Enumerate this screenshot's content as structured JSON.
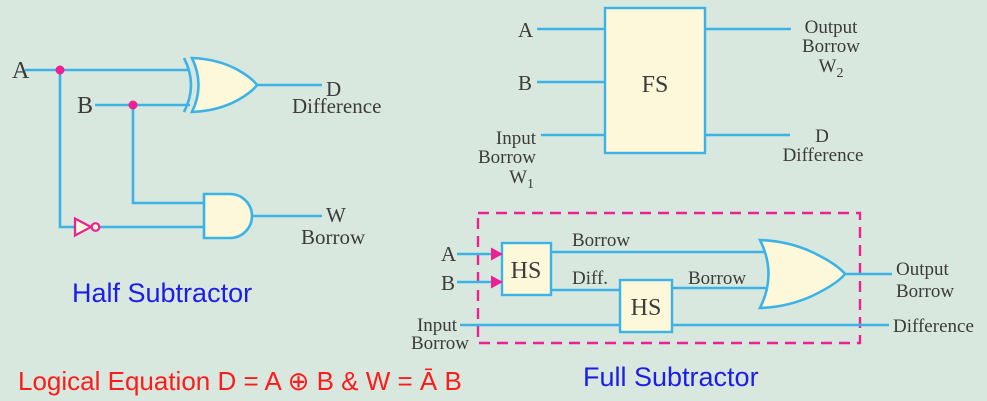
{
  "half_subtractor": {
    "input_a": "A",
    "input_b": "B",
    "difference_symbol": "D",
    "difference_label": "Difference",
    "borrow_symbol": "W",
    "borrow_label": "Borrow",
    "caption": "Half Subtractor"
  },
  "fs_block_diagram": {
    "input_a": "A",
    "input_b": "B",
    "input_borrow_word1": "Input",
    "input_borrow_word2": "Borrow",
    "input_borrow_symbol": "W",
    "input_borrow_subscript": "1",
    "block_label": "FS",
    "output_borrow_word1": "Output",
    "output_borrow_word2": "Borrow",
    "output_borrow_symbol": "W",
    "output_borrow_subscript": "2",
    "difference_symbol": "D",
    "difference_label": "Difference"
  },
  "full_subtractor": {
    "input_a": "A",
    "input_b": "B",
    "input_borrow_word1": "Input",
    "input_borrow_word2": "Borrow",
    "hs1_label": "HS",
    "hs2_label": "HS",
    "hs1_borrow_label": "Borrow",
    "hs1_diff_label": "Diff.",
    "hs2_borrow_label": "Borrow",
    "output_borrow_word1": "Output",
    "output_borrow_word2": "Borrow",
    "difference_label": "Difference",
    "caption": "Full Subtractor"
  },
  "equation_caption": "Logical Equation D = A ⊕ B & W = Ā B",
  "colors": {
    "background": "#d9e8de",
    "wire_cyan": "#3cb3e7",
    "gate_fill_cream": "#fdf8d9",
    "accent_magenta": "#ee2192",
    "label_ink": "#3b3b3b",
    "caption_blue": "#1d1de8",
    "equation_red": "#fb1c1c"
  }
}
